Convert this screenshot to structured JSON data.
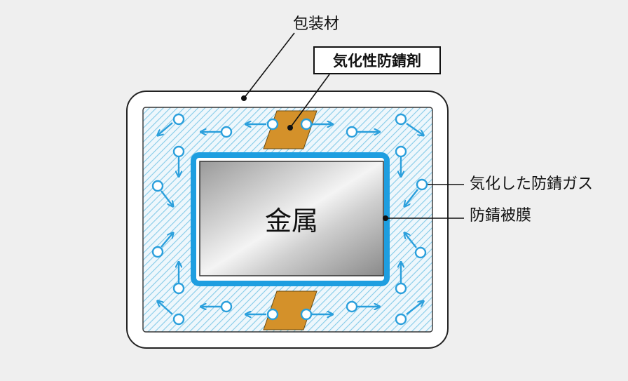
{
  "labels": {
    "packaging": "包装材",
    "vci": "気化性防錆剤",
    "vaporized_gas": "気化した防錆ガス",
    "rust_film": "防錆被膜",
    "metal": "金属"
  },
  "colors": {
    "background": "#efefef",
    "package_stroke": "#222222",
    "hatch": "#7fc7e6",
    "hatch_bg": "#eef7fc",
    "rust_film_blue": "#1e9ee0",
    "vci_packet": "#d4912a",
    "arrow": "#2a9fdc"
  },
  "icons": [
    "molecule-circle-icon",
    "arrow-icon"
  ]
}
